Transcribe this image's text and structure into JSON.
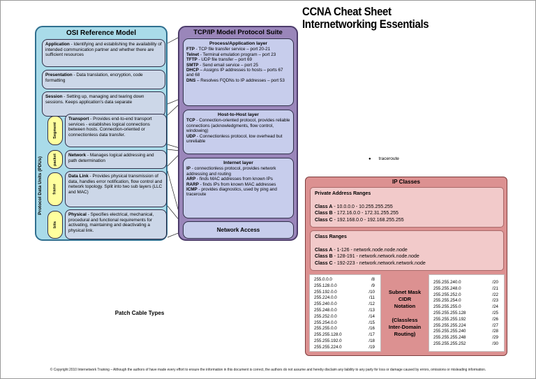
{
  "header": {
    "title": "CCNA Cheat Sheet",
    "subtitle": "Internetworking Essentials"
  },
  "osi": {
    "title": "OSI Reference Model",
    "pdu_label": "Protocol Data Units (PDUs)",
    "layers": [
      {
        "name": "Application",
        "desc": " - Identifying and establishing the availability of intended communication partner and whether there are sufficient resources"
      },
      {
        "name": "Presentation",
        "desc": " - Data translation, encryption, code formatting"
      },
      {
        "name": "Session",
        "desc": " - Setting up, managing and tearing down sessions. Keeps application's data separate"
      },
      {
        "name": "Transport",
        "pdu": "Segment",
        "desc": " - Provides end-to-end transport services - establishes logical connections between hosts. Connection-oriented or connectionless data transfer."
      },
      {
        "name": "Network",
        "pdu": "packet",
        "desc": " - Manages logical addressing and path determination"
      },
      {
        "name": "Data Link",
        "pdu": "frame",
        "desc": " - Provides physical transmission of data, handles error notification, flow control and network topology. Split into two sub layers (LLC and MAC)"
      },
      {
        "name": "Physical",
        "pdu": "bits",
        "desc": " - Specifies electrical, mechanical, procedural and functional requirements for activating, maintaining and deactivating a physical link."
      }
    ]
  },
  "tcpip": {
    "title": "TCP/IP Model Protocol Suite",
    "layers": [
      {
        "title": "Process/Application layer",
        "entries": [
          {
            "term": "FTP",
            "desc": " - TCP file transfer service – port 20-21"
          },
          {
            "term": "Telnet",
            "desc": " - Terminal emulation program – port 23"
          },
          {
            "term": "TFTP",
            "desc": " - UDP file transfer – port 69"
          },
          {
            "term": "SMTP",
            "desc": " - Send email service – port 25"
          },
          {
            "term": "DHCP",
            "desc": " – Assigns IP addresses to hosts – ports 67 and 68"
          },
          {
            "term": "DNS",
            "desc": " – Resolves FQDNs to IP addresses – port 53"
          }
        ]
      },
      {
        "title": "Host-to-Host layer",
        "entries": [
          {
            "term": "TCP",
            "desc": " - Connection-oriented protocol, provides reliable connections (acknowledgments, flow control, windowing)"
          },
          {
            "term": "UDP",
            "desc": " - Connectionless protocol, low overhead but unreliable"
          }
        ]
      },
      {
        "title": "Internet layer",
        "entries": [
          {
            "term": "IP",
            "desc": " - connectionless protocol, provides network addressing and routing"
          },
          {
            "term": "ARP",
            "desc": " - finds MAC addresses from known IPs"
          },
          {
            "term": "RARP",
            "desc": " - finds IPs from known MAC addresses"
          },
          {
            "term": "ICMP",
            "desc": " - provides diagnostics, used by ping and traceroute"
          }
        ]
      },
      {
        "title": "Network Access",
        "entries": []
      }
    ]
  },
  "notes": {
    "bullet": "●",
    "traceroute": "traceroute",
    "patch_cable": "Patch Cable Types"
  },
  "ip_classes": {
    "title": "IP Classes",
    "private": {
      "heading": "Private Address Ranges",
      "rows": [
        {
          "label": "Class A",
          "value": " - 10.0.0.0 - 10.255.255.255"
        },
        {
          "label": "Class B",
          "value": " - 172.16.0.0 - 172.31.255.255"
        },
        {
          "label": "Class C",
          "value": " - 192.168.0.0 - 192.168.255.255"
        }
      ]
    },
    "ranges": {
      "heading": "Class Ranges",
      "rows": [
        {
          "label": "Class A",
          "value": " - 1-126 - network.node.node.node"
        },
        {
          "label": "Class B",
          "value": " - 128-191 - network.network.node.node"
        },
        {
          "label": "Class C",
          "value": " - 192-223 - network.network.network.node"
        }
      ]
    },
    "cidr": {
      "label_top": "Subnet Mask\nCIDR\nNotation",
      "label_bottom": "(Classless\nInter-Domain\nRouting)",
      "left": [
        [
          "255.0.0.0",
          "/8"
        ],
        [
          "255.128.0.0",
          "/9"
        ],
        [
          "255.192.0.0",
          "/10"
        ],
        [
          "255.224.0.0",
          "/11"
        ],
        [
          "255.240.0.0",
          "/12"
        ],
        [
          "255.248.0.0",
          "/13"
        ],
        [
          "255.252.0.0",
          "/14"
        ],
        [
          "255.254.0.0",
          "/15"
        ],
        [
          "255.255.0.0",
          "/16"
        ],
        [
          "255.255.128.0",
          "/17"
        ],
        [
          "255.255.192.0",
          "/18"
        ],
        [
          "255.255.224.0",
          "/19"
        ]
      ],
      "right": [
        [
          "255.255.240.0",
          "/20"
        ],
        [
          "255.255.248.0",
          "/21"
        ],
        [
          "255.255.252.0",
          "/22"
        ],
        [
          "255.255.254.0",
          "/23"
        ],
        [
          "255.255.255.0",
          "/24"
        ],
        [
          "255.255.255.128",
          "/25"
        ],
        [
          "255.255.255.192",
          "/26"
        ],
        [
          "255.255.255.224",
          "/27"
        ],
        [
          "255.255.255.240",
          "/28"
        ],
        [
          "255.255.255.248",
          "/29"
        ],
        [
          "255.255.255.252",
          "/30"
        ]
      ]
    }
  },
  "footer": {
    "text": "© Copyright 2010 Internetwork Training – Although the authors of have made every effort to ensure the information in this document is correct, the authors do not assume and hereby disclaim any liability to any party for loss or damage caused by errors, omissions or misleading information."
  },
  "colors": {
    "osi_bg": "#a9dbe9",
    "osi_border": "#2f6f8f",
    "osi_layer_bg": "#ccd7e8",
    "pdu_pill_bg": "#ffff9e",
    "tcpip_bg": "#9a86ba",
    "tcpip_border": "#4d3c6b",
    "tcpip_layer_bg": "#c7cdec",
    "ip_classes_bg": "#dc9191",
    "ip_classes_border": "#7d3c3c",
    "ip_classes_inner_bg": "#f2caca"
  }
}
